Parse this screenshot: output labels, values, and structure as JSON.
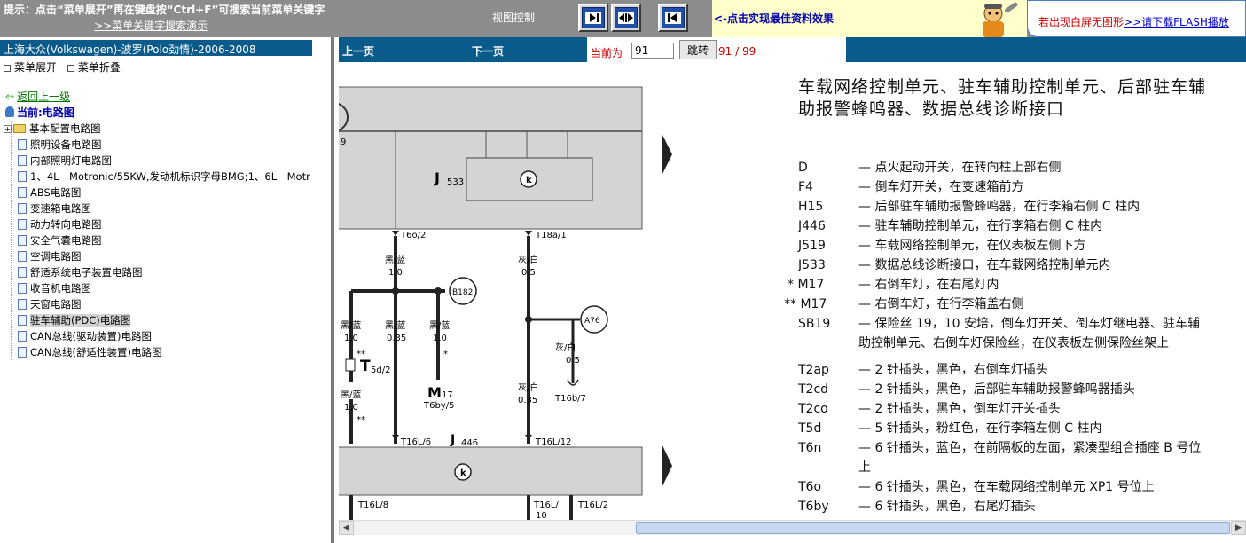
{
  "topbar": {
    "hint": "提示：点击“菜单展开”再在键盘按“Ctrl+F”可搜索当前菜单关键字",
    "hint_link": ">>菜单关键字搜索演示",
    "view_control_label": "视图控制",
    "view_buttons": [
      "fit-width-icon",
      "fit-both-icon",
      "fit-page-icon"
    ],
    "best_effect": "<-点击实现最佳资料效果",
    "flash_notice": "若出现白屏无图形",
    "flash_link": ">>请下载FLASH播放"
  },
  "left_panel": {
    "title": "上海大众(Volkswagen)-波罗(Polo劲情)-2006-2008",
    "expand_label": "菜单展开",
    "collapse_label": "菜单折叠",
    "back_label": "返回上一级",
    "current_label": "当前:电路图",
    "tree": [
      {
        "label": "基本配置电路图",
        "type": "folder"
      },
      {
        "label": "照明设备电路图",
        "type": "doc"
      },
      {
        "label": "内部照明灯电路图",
        "type": "doc"
      },
      {
        "label": "1、4L—Motronic/55KW,发动机标识字母BMG;1、6L—Motr",
        "type": "doc"
      },
      {
        "label": "ABS电路图",
        "type": "doc"
      },
      {
        "label": "变速箱电路图",
        "type": "doc"
      },
      {
        "label": "动力转向电路图",
        "type": "doc"
      },
      {
        "label": "安全气囊电路图",
        "type": "doc"
      },
      {
        "label": "空调电路图",
        "type": "doc"
      },
      {
        "label": "舒适系统电子装置电路图",
        "type": "doc"
      },
      {
        "label": "收音机电路图",
        "type": "doc"
      },
      {
        "label": "天窗电路图",
        "type": "doc"
      },
      {
        "label": "驻车辅助(PDC)电路图",
        "type": "doc",
        "selected": true
      },
      {
        "label": "CAN总线(驱动装置)电路图",
        "type": "doc"
      },
      {
        "label": "CAN总线(舒适性装置)电路图",
        "type": "doc"
      }
    ]
  },
  "nav": {
    "prev": "上一页",
    "next": "下一页",
    "current_label": "当前为",
    "page_value": "91",
    "jump_label": "跳转",
    "page_count": "91 / 99"
  },
  "diagram": {
    "labels": {
      "conn_9": "9",
      "j533": "J",
      "j533_sub": "533",
      "t6o2": "T6o/2",
      "t18a1": "T18a/1",
      "wire_bk_bl_1": "黑/蓝",
      "wire_1_0_a": "1.0",
      "wire_gr_wh_1": "灰/白",
      "wire_0_5_a": "0.5",
      "b182": "B182",
      "a76": "A76",
      "wire_bk_bl_2": "黑/蓝",
      "wire_1_0_b": "1.0",
      "wire_bk_bl_3": "黑/蓝",
      "wire_0_35_a": "0.35",
      "wire_bk_bl_4": "黑/蓝",
      "wire_1_0_c": "1.0",
      "star2_a": "**",
      "star1": "*",
      "t5d2_big": "T",
      "t5d2_sub": "5d/2",
      "wire_gr_wh_2": "灰/白",
      "wire_0_5_b": "0.5",
      "m17_big": "M",
      "m17_sub": "17",
      "t6by5": "T6by/5",
      "t16b7": "T16b/7",
      "wire_gr_wh_3": "灰/白",
      "wire_0_35_b": "0.35",
      "wire_bk_bl_5": "黑/蓝",
      "wire_1_0_d": "1.0",
      "star2_b": "**",
      "t16l6": "T16L/6",
      "j446_j": "J",
      "j446_sub": "446",
      "t16l12": "T16L/12",
      "t16l8": "T16L/8",
      "t16l_a": "T16L/",
      "t16l_a2": "10",
      "t16l2": "T16L/2"
    }
  },
  "legend": {
    "title": "车载网络控制单元、驻车辅助控制单元、后部驻车辅助报警蜂鸣器、数据总线诊断接口",
    "items": [
      {
        "code": "D",
        "desc": "— 点火起动开关，在转向柱上部右侧"
      },
      {
        "code": "F4",
        "desc": "— 倒车灯开关，在变速箱前方"
      },
      {
        "code": "H15",
        "desc": "— 后部驻车辅助报警蜂鸣器，在行李箱右侧 C 柱内"
      },
      {
        "code": "J446",
        "desc": "— 驻车辅助控制单元，在行李箱右侧 C 柱内"
      },
      {
        "code": "J519",
        "desc": "— 车载网络控制单元，在仪表板左侧下方"
      },
      {
        "code": "J533",
        "desc": "— 数据总线诊断接口，在车载网络控制单元内"
      },
      {
        "code": "* M17",
        "desc": "— 右倒车灯，在右尾灯内"
      },
      {
        "code": "** M17",
        "desc": "— 右倒车灯，在行李箱盖右侧"
      },
      {
        "code": "SB19",
        "desc": "— 保险丝 19，10 安培，倒车灯开关、倒车灯继电器、驻车辅助控制单元、右倒车灯保险丝，在仪表板左侧保险丝架上"
      },
      {
        "code": "T2ap",
        "desc": "— 2 针插头，黑色，右倒车灯插头"
      },
      {
        "code": "T2cd",
        "desc": "— 2 针插头，黑色，后部驻车辅助报警蜂鸣器插头"
      },
      {
        "code": "T2co",
        "desc": "— 2 针插头，黑色，倒车灯开关插头"
      },
      {
        "code": "T5d",
        "desc": "— 5 针插头，粉红色，在行李箱左侧 C 柱内"
      },
      {
        "code": "T6n",
        "desc": "— 6 针插头，蓝色，在前隔板的左面，紧凑型组合插座 B 号位上"
      },
      {
        "code": "T6o",
        "desc": "— 6 针插头，黑色，在车载网络控制单元 XP1 号位上"
      },
      {
        "code": "T6by",
        "desc": "— 6 针插头，黑色，右尾灯插头"
      }
    ]
  },
  "scrollbar": {
    "left_arrow": "◀",
    "right_arrow": "▶"
  }
}
